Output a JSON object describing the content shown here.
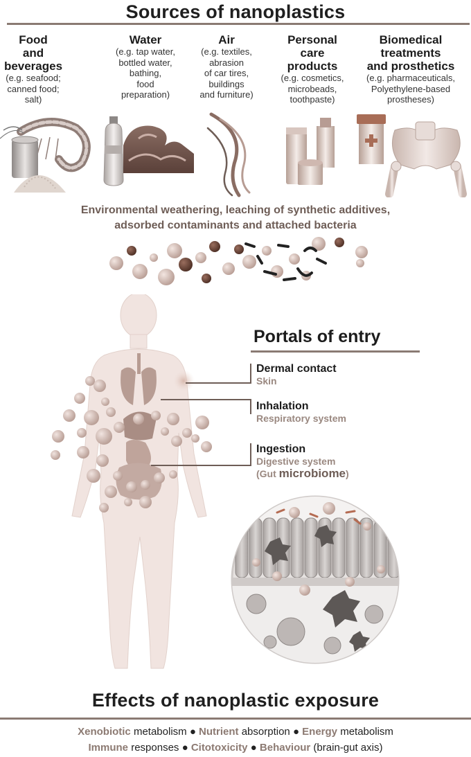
{
  "header": {
    "title": "Sources of nanoplastics"
  },
  "sources": [
    {
      "title": "Food\nand\nbeverages",
      "sub": "(e.g. seafood;\ncanned food;\nsalt)"
    },
    {
      "title": "Water",
      "sub": "(e.g. tap water,\nbottled water,\nbathing,\nfood\npreparation)"
    },
    {
      "title": "Air",
      "sub": "(e.g. textiles,\nabrasion\nof car tires,\nbuildings\nand furniture)"
    },
    {
      "title": "Personal\ncare\nproducts",
      "sub": "(e.g. cosmetics,\nmicrobeads,\ntoothpaste)"
    },
    {
      "title": "Biomedical\ntreatments\nand prosthetics",
      "sub": "(e.g. pharmaceuticals,\nPolyethylene-based\nprostheses)"
    }
  ],
  "weathering": {
    "line1": "Environmental weathering, leaching of synthetic additives,",
    "line2": "adsorbed contaminants and attached bacteria"
  },
  "portals": {
    "title": "Portals of entry",
    "items": [
      {
        "head": "Dermal contact",
        "sub": "Skin"
      },
      {
        "head": "Inhalation",
        "sub": "Respiratory system"
      },
      {
        "head": "Ingestion",
        "sub": "Digestive system",
        "sub2_prefix": "(Gut ",
        "sub2_bold": "microbiome",
        "sub2_suffix": ")"
      }
    ]
  },
  "effects": {
    "title": "Effects of nanoplastic exposure",
    "line1": [
      {
        "bold": "Xenobiotic",
        "rest": " metabolism"
      },
      {
        "bold": "Nutrient",
        "rest": " absorption"
      },
      {
        "bold": "Energy",
        "rest": " metabolism"
      }
    ],
    "line2": [
      {
        "bold": "Immune",
        "rest": " responses"
      },
      {
        "bold": "Citotoxicity",
        "rest": ""
      },
      {
        "bold": "Behaviour",
        "rest": " (brain-gut axis)"
      }
    ],
    "separator": "●"
  },
  "colors": {
    "accent": "#8a7a73",
    "particle": "#c9aea6",
    "particle_dark": "#6e4a3c",
    "body": "#f1e4e0",
    "organ": "#b79c93"
  }
}
